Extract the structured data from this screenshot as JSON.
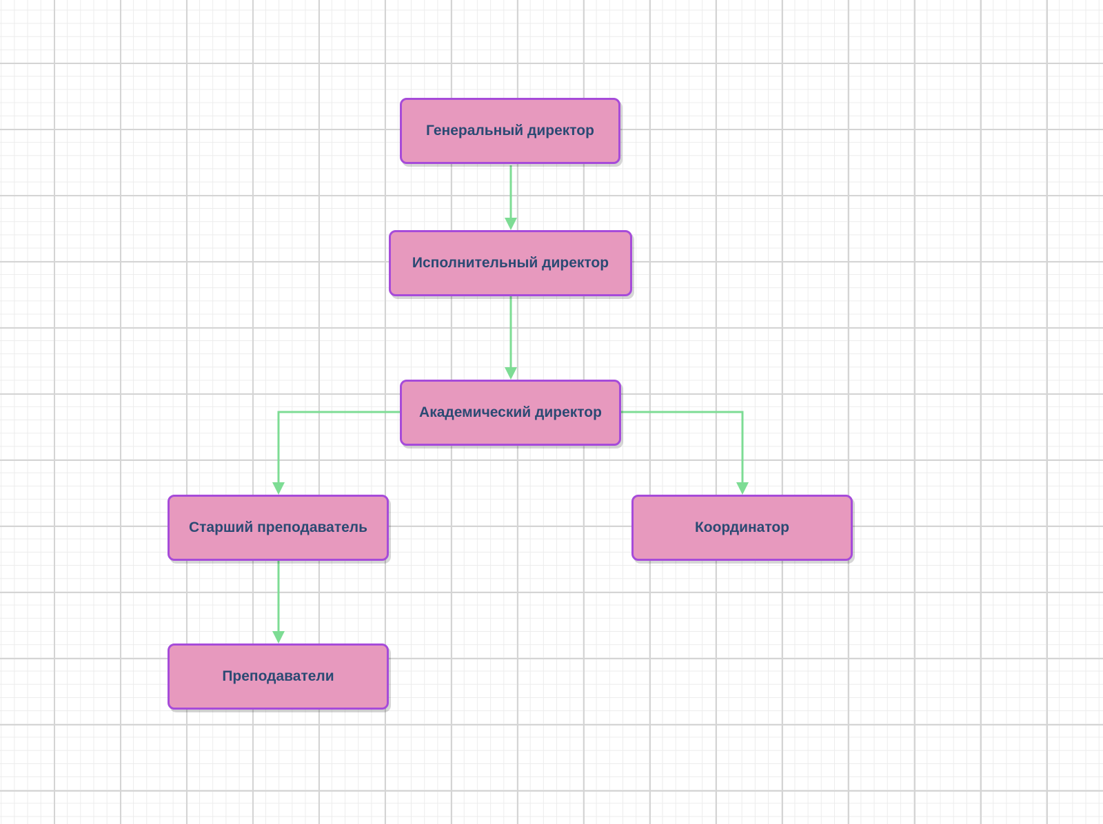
{
  "colors": {
    "node_fill": "#e799be",
    "node_border": "#a64bd9",
    "node_text": "#2b4a73",
    "connector": "#7ddc94",
    "grid_major": "#d4d4d4",
    "grid_minor": "#ececec"
  },
  "nodes": {
    "general_director": "Генеральный директор",
    "executive_director": "Исполнительный директор",
    "academic_director": "Академический директор",
    "senior_teacher": "Старший преподаватель",
    "coordinator": "Координатор",
    "teachers": "Преподаватели"
  },
  "edges": [
    [
      "general_director",
      "executive_director"
    ],
    [
      "executive_director",
      "academic_director"
    ],
    [
      "academic_director",
      "senior_teacher"
    ],
    [
      "academic_director",
      "coordinator"
    ],
    [
      "senior_teacher",
      "teachers"
    ]
  ]
}
